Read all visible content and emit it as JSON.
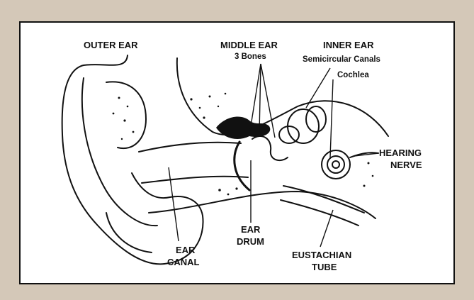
{
  "labels": {
    "outer_ear": "OUTER EAR",
    "middle_ear": "MIDDLE EAR",
    "three_bones": "3 Bones",
    "inner_ear": "INNER EAR",
    "semicircular_canals": "Semicircular Canals",
    "cochlea": "Cochlea",
    "hearing": "HEARING",
    "nerve": "NERVE",
    "ear_1": "EAR",
    "canal": "CANAL",
    "ear_2": "EAR",
    "drum": "DRUM",
    "eustachian": "EUSTACHIAN",
    "tube": "TUBE"
  },
  "colors": {
    "background": "#d4c8b8",
    "panel": "#ffffff",
    "ink": "#111111"
  }
}
